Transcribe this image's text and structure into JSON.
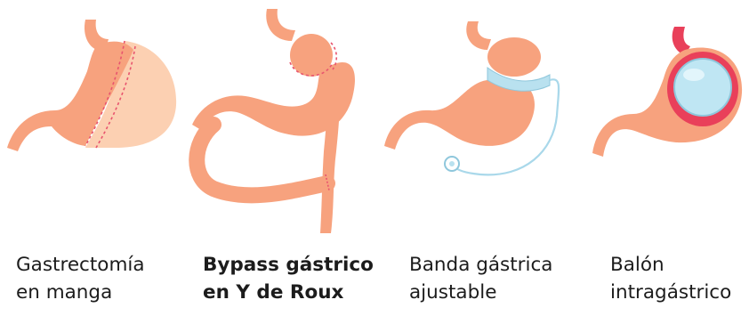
{
  "procedures": [
    {
      "line1": "Gastrectomía",
      "line2": "en manga",
      "emphasis": false
    },
    {
      "line1": "Bypass gástrico",
      "line2": "en Y de Roux",
      "emphasis": true
    },
    {
      "line1": "Banda gástrica",
      "line2": "ajustable",
      "emphasis": false
    },
    {
      "line1": "Balón",
      "line2": "intragástrico",
      "emphasis": false
    }
  ],
  "colors": {
    "stomach": "#f7a27e",
    "stomach_light": "#fcd0b2",
    "stomach_outline": "#ee8f6c",
    "staple_line": "#e8546e",
    "band": "#b9e1ef",
    "balloon": "#bfe6f3",
    "balloon_pocket": "#e9405a"
  }
}
